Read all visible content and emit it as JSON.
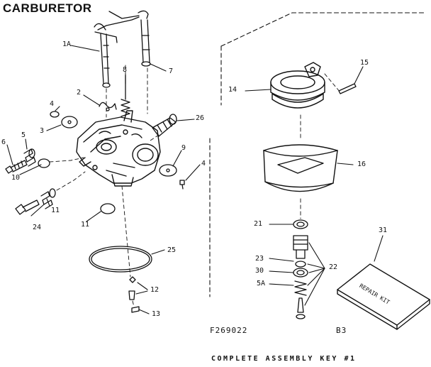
{
  "title": "CARBURETOR",
  "diagram_code": "F269022",
  "page_code": "B3",
  "footer_note": "COMPLETE ASSEMBLY KEY #1",
  "kit_text": "REPAIR KIT",
  "callouts": {
    "c1a": "1A",
    "c2": "2",
    "c3": "3",
    "c4a": "4",
    "c4b": "4",
    "c5": "5",
    "c5a": "5A",
    "c6": "6",
    "c7": "7",
    "c8": "8",
    "c9": "9",
    "c10": "10",
    "c11a": "11",
    "c11b": "11",
    "c12": "12",
    "c13": "13",
    "c14": "14",
    "c15": "15",
    "c16": "16",
    "c21": "21",
    "c22": "22",
    "c23": "23",
    "c24": "24",
    "c25": "25",
    "c26": "26",
    "c30": "30",
    "c31": "31"
  }
}
